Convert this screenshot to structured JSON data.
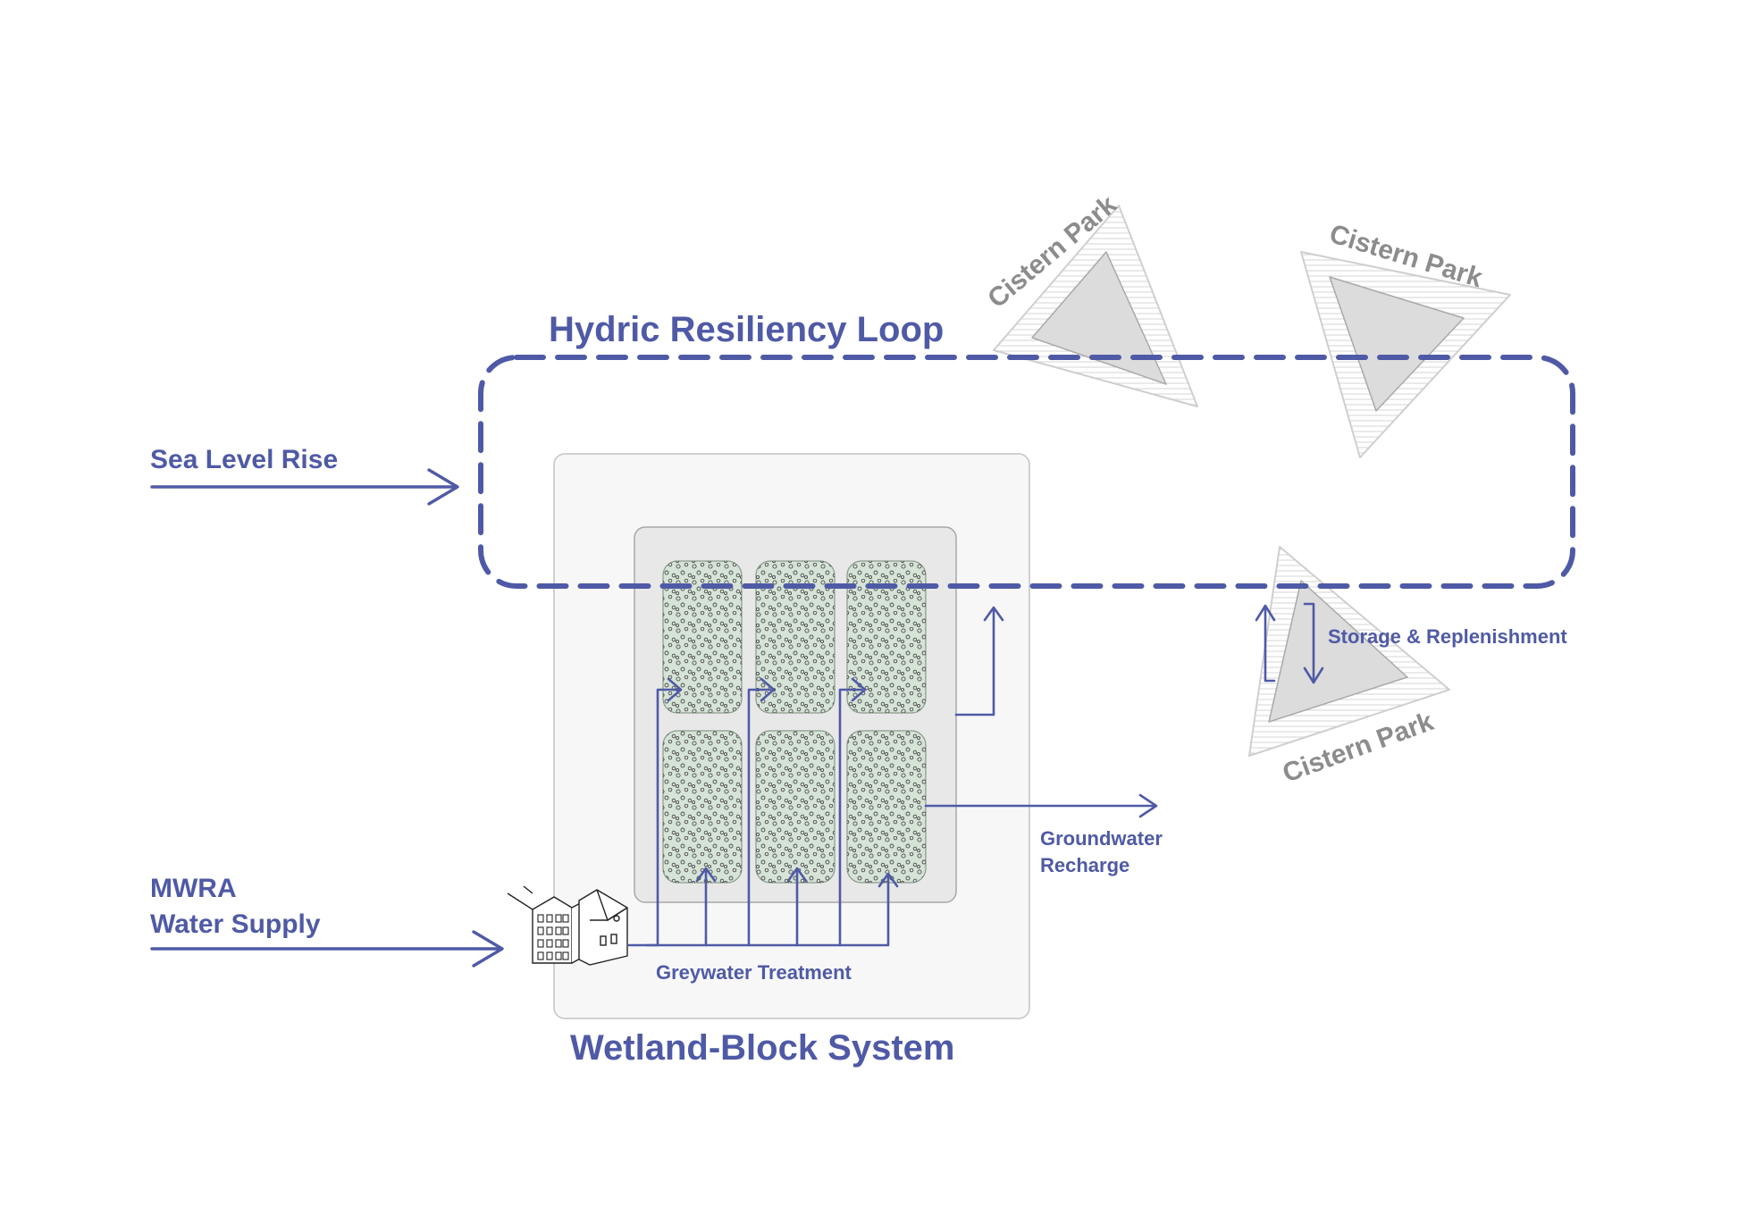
{
  "labels": {
    "loop_title": "Hydric Resiliency Loop",
    "sea_level": "Sea Level Rise",
    "mwra_line1": "MWRA",
    "mwra_line2": "Water Supply",
    "greywater": "Greywater Treatment",
    "groundwater_line1": "Groundwater",
    "groundwater_line2": "Recharge",
    "storage": "Storage & Replenishment",
    "system_title": "Wetland-Block System"
  },
  "cistern_parks": [
    {
      "label": "Cistern Park"
    },
    {
      "label": "Cistern Park"
    },
    {
      "label": "Cistern Park"
    }
  ],
  "colors": {
    "accent": "#4f5aa6",
    "cistern_label": "#8c8c8c",
    "wetland_fill": "#d6e3d7",
    "panel_fill": "#f7f7f7"
  },
  "icons": [
    "building-icon",
    "house-icon"
  ]
}
